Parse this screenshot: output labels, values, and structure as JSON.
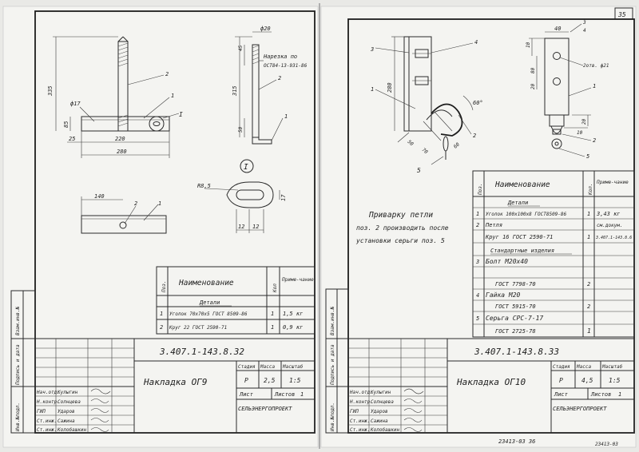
{
  "page_number": "35",
  "footer_code": "23413-03   36",
  "corner_stamp": "23413-03",
  "left_sheet": {
    "dims": {
      "d335": "335",
      "d85": "85",
      "d25": "25",
      "d220": "220",
      "d280": "280",
      "phi17": "ф17",
      "phi20": "ф20",
      "d45": "45",
      "d315": "315",
      "d50": "50",
      "d140": "140",
      "r8_5": "R8,5",
      "d12a": "12",
      "d12b": "12",
      "d17": "17"
    },
    "callouts": {
      "c2a": "2",
      "c1a": "1",
      "c1b": "1",
      "c2b": "2",
      "cI": "I",
      "c2c": "2",
      "c1c": "1"
    },
    "thread_note": "Нарезка по",
    "thread_std": "ОСТ84-13-931-86",
    "section_mark": "I",
    "spec": {
      "headers": {
        "pos": "Поз.",
        "name": "Наименование",
        "qty": "Кол",
        "note": "Приме-чание"
      },
      "section": "Детали",
      "rows": [
        {
          "pos": "1",
          "name": "Уголок 70х70х5 ГОСТ 8509-86",
          "qty": "1",
          "note": "1,5 кг"
        },
        {
          "pos": "2",
          "name": "Круг 22 ГОСТ 2590-71",
          "qty": "1",
          "note": "0,9 кг"
        }
      ]
    },
    "side_labels": {
      "a": "Инв.№подл.",
      "b": "Подпись и дата",
      "c": "Взам.инв.№"
    },
    "title_block": {
      "doc_code": "3.407.1-143.8.32",
      "title": "Накладка ОГ9",
      "hdr_stage": "Стадия",
      "hdr_mass": "Масса",
      "hdr_scale": "Масштаб",
      "stage": "Р",
      "mass": "2,5",
      "scale": "1:5",
      "sheet_label": "Лист",
      "sheets_label": "Листов",
      "sheets": "1",
      "org": "СЕЛЬЭНЕРГОПРОЕКТ",
      "people": [
        {
          "role": "Нач.отд.",
          "name": "Кулыгин"
        },
        {
          "role": "Н.контр.",
          "name": "Солнцева"
        },
        {
          "role": "ГИП",
          "name": "Ударов"
        },
        {
          "role": "Ст.инж.",
          "name": "Сажина"
        },
        {
          "role": "Ст.инж.",
          "name": "Колобашкин"
        }
      ]
    }
  },
  "right_sheet": {
    "dims": {
      "d40": "40",
      "d10": "10",
      "d80": "80",
      "d280": "280",
      "d20": "20",
      "d70": "70",
      "d60": "60",
      "d60deg": "60°",
      "d10b": "10",
      "d50": "50",
      "d20b": "20"
    },
    "callouts": {
      "c3": "3",
      "c4": "4",
      "c1": "1",
      "c5": "5",
      "c2": "2",
      "c3b": "3",
      "c4b": "4",
      "c1b": "1",
      "c2b": "2",
      "c5b": "5"
    },
    "holes_note": "2отв. ф21",
    "weld_note": [
      "Приварку петли",
      "поз. 2 производить после",
      "установки серьги поз. 5"
    ],
    "spec": {
      "headers": {
        "pos": "Поз.",
        "name": "Наименование",
        "qty": "Кол.",
        "note": "Приме-чание"
      },
      "section1": "Детали",
      "rows1": [
        {
          "pos": "1",
          "name": "Уголок 100х100х8 ГОСТ8509-86",
          "qty": "1",
          "note": "3,43 кг"
        },
        {
          "pos": "2",
          "name": "Петля",
          "qty": "",
          "note": "см.докум."
        },
        {
          "pos": "",
          "name": "Круг 16  ГОСТ 2590-71",
          "qty": "1",
          "note": "3.407.1-143.8.6"
        }
      ],
      "section2": "Стандартные изделия",
      "rows2": [
        {
          "pos": "3",
          "name": "Болт  М20х40",
          "qty": "",
          "note": ""
        },
        {
          "pos": "",
          "name": "ГОСТ 7798-70",
          "qty": "2",
          "note": ""
        },
        {
          "pos": "4",
          "name": "Гайка  М20",
          "qty": "",
          "note": ""
        },
        {
          "pos": "",
          "name": "ГОСТ 5915-70",
          "qty": "2",
          "note": ""
        },
        {
          "pos": "5",
          "name": "Серьга  СРС-7-17",
          "qty": "",
          "note": ""
        },
        {
          "pos": "",
          "name": "ГОСТ 2725-78",
          "qty": "1",
          "note": ""
        }
      ]
    },
    "side_labels": {
      "a": "Инв.№подл.",
      "b": "Подпись и дата",
      "c": "Взам.инв.№"
    },
    "title_block": {
      "doc_code": "3.407.1-143.8.33",
      "title": "Накладка ОГ10",
      "hdr_stage": "Стадия",
      "hdr_mass": "Масса",
      "hdr_scale": "Масштаб",
      "stage": "Р",
      "mass": "4,5",
      "scale": "1:5",
      "sheet_label": "Лист",
      "sheets_label": "Листов",
      "sheets": "1",
      "org": "СЕЛЬЭНЕРГОПРОЕКТ",
      "people": [
        {
          "role": "Нач.отд.",
          "name": "Кулыгин"
        },
        {
          "role": "Н.контр.",
          "name": "Солнцева"
        },
        {
          "role": "ГИП",
          "name": "Ударов"
        },
        {
          "role": "Ст.инж.",
          "name": "Сажина"
        },
        {
          "role": "Ст.инж.",
          "name": "Колобашкин"
        }
      ]
    }
  }
}
